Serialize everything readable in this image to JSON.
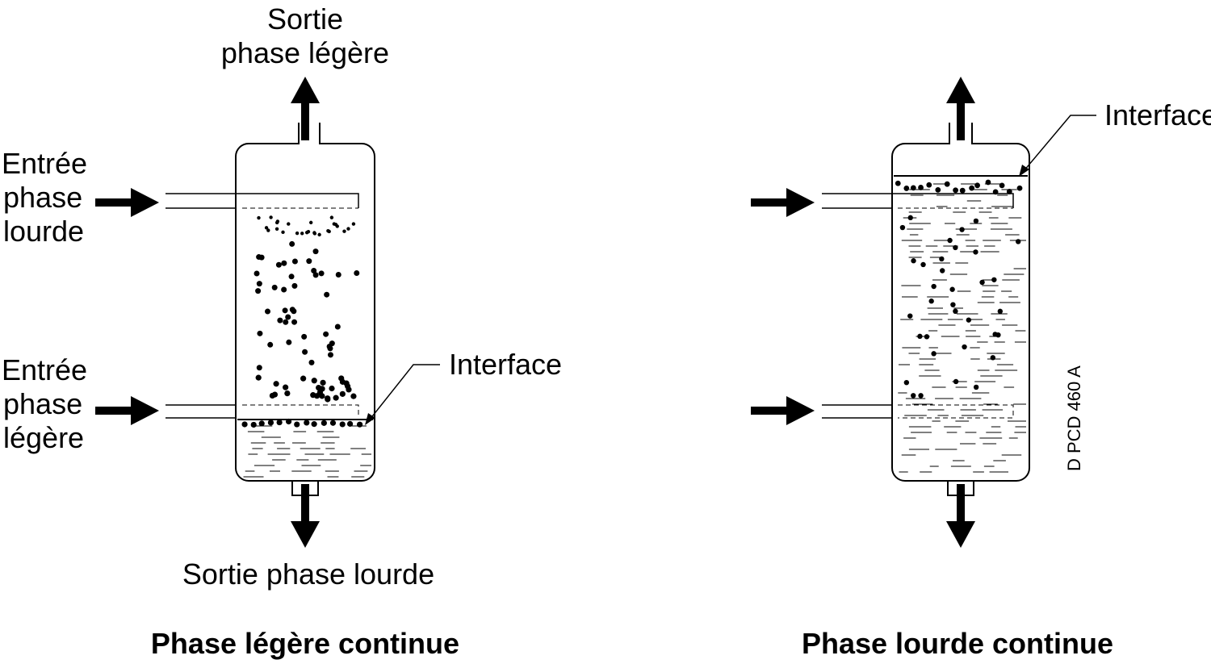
{
  "left_diagram": {
    "top_outlet_label_line1": "Sortie",
    "top_outlet_label_line2": "phase légère",
    "heavy_inlet_label": [
      "Entrée",
      "phase",
      "lourde"
    ],
    "light_inlet_label": [
      "Entrée",
      "phase",
      "légère"
    ],
    "interface_label": "Interface",
    "bottom_outlet_label": "Sortie phase lourde",
    "caption": "Phase légère continue"
  },
  "right_diagram": {
    "interface_label": "Interface",
    "caption": "Phase lourde continue"
  },
  "reference_code": "D PCD 460 A"
}
